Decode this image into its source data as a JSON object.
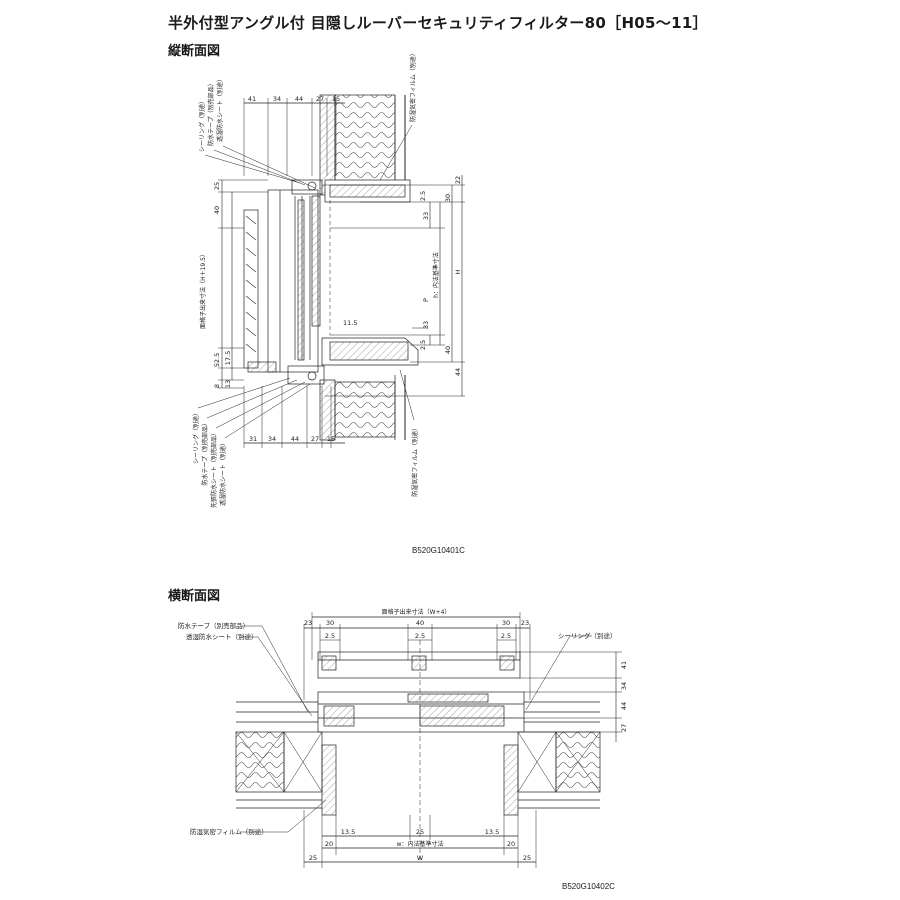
{
  "title": "半外付型アングル付 目隠しルーバーセキュリティフィルター80［H05～11］",
  "vertical": {
    "heading": "縦断面図",
    "code": "B520G10401C",
    "top_dims": [
      "41",
      "34",
      "44",
      "27",
      "15"
    ],
    "bottom_dims": [
      "31",
      "34",
      "44",
      "27",
      "15"
    ],
    "left_dims": [
      "25",
      "40",
      "52.5",
      "17.5",
      "8",
      "13"
    ],
    "left_span_label": "面格子出来寸法（H＋19.5）",
    "right_dims_a": [
      "22",
      "30",
      "33",
      "33",
      "40",
      "44"
    ],
    "right_dims_b": [
      "2.5",
      "2.5"
    ],
    "right_labels": [
      "h：内法基準寸法",
      "H",
      "P"
    ],
    "inner_dim": "11.5",
    "callouts_top_left": [
      "シーリング（別途）",
      "防水テープ（別売部品）",
      "透湿防水シート（別途）"
    ],
    "callout_top_right": "防湿気密フィルム（別途）",
    "callouts_bottom_left": [
      "シーリング（別途）",
      "防水テープ（別売部品）",
      "先張防水シート（別売部品）",
      "透湿防水シート（別途）"
    ],
    "callout_bottom_right": "防湿気密フィルム（別途）"
  },
  "horizontal": {
    "heading": "横断面図",
    "code": "B520G10402C",
    "top_span": "面格子出来寸法（W+4）",
    "top_dims": [
      "23",
      "30",
      "40",
      "30",
      "23"
    ],
    "small_dims": [
      "2.5",
      "2.5",
      "2.5"
    ],
    "right_dims": [
      "41",
      "34",
      "44",
      "27"
    ],
    "bottom_dims_a": [
      "13.5",
      "25",
      "13.5"
    ],
    "bottom_dims_b": [
      "20",
      "w：内法基準寸法",
      "20"
    ],
    "bottom_dims_c": [
      "25",
      "W",
      "25"
    ],
    "callouts_left": [
      "防水テープ（別売部品）",
      "透湿防水シート（別途）"
    ],
    "callout_right": "シーリング（別途）",
    "callout_bottom": "防湿気密フィルム（別途）"
  }
}
